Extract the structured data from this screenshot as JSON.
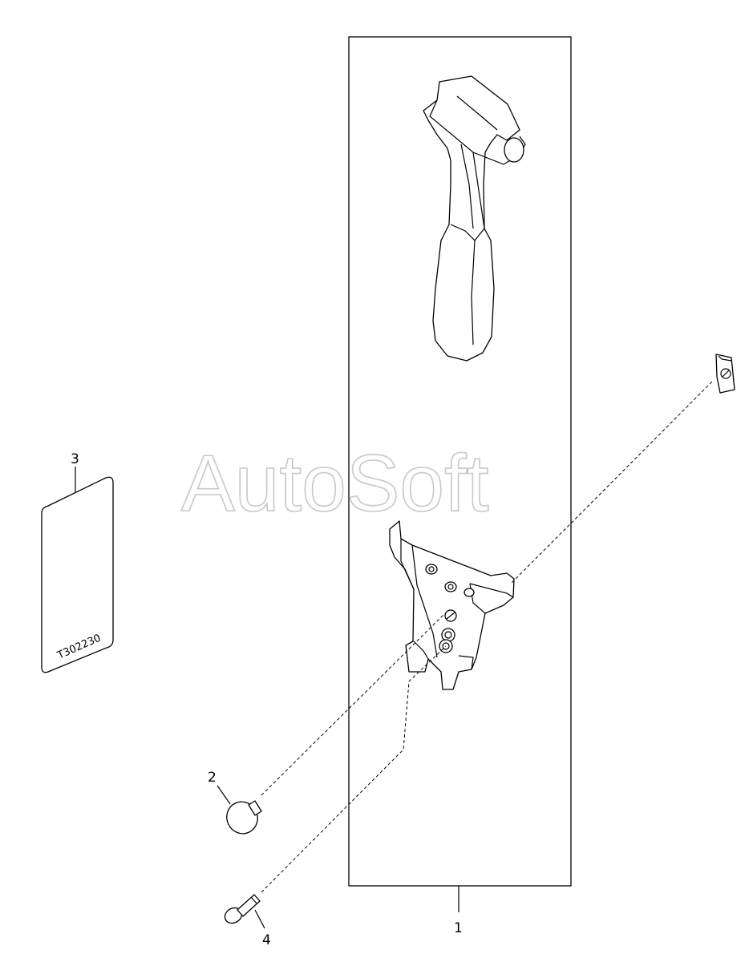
{
  "watermark": "AutoSoft",
  "decal": {
    "code": "T302230"
  },
  "callouts": [
    {
      "id": "1",
      "label": "1"
    },
    {
      "id": "2",
      "label": "2"
    },
    {
      "id": "3",
      "label": "3"
    },
    {
      "id": "4",
      "label": "4"
    }
  ]
}
